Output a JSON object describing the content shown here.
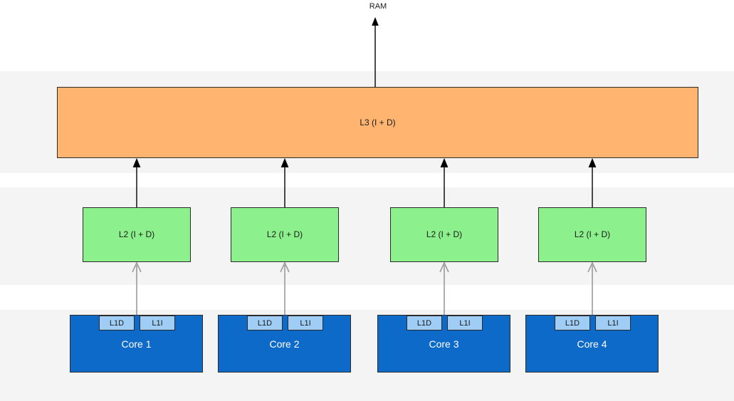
{
  "diagram": {
    "title_text": "RAM",
    "colors": {
      "band": "#f4f4f4",
      "l3_fill": "#ffb570",
      "l2_fill": "#8cf08c",
      "core_fill": "#0e6ac8",
      "l1_fill": "#9fcdf5",
      "stroke": "#2b2b2b",
      "arrow_black": "#000000",
      "arrow_gray": "#9a9a9a",
      "core_text": "#ffffff",
      "text": "#1a1a1a"
    },
    "ram": {
      "label": "RAM",
      "icon": "arrow-up-icon"
    },
    "l3": {
      "label": "L3 (I + D)"
    },
    "l2_blocks": [
      {
        "label": "L2 (I + D)"
      },
      {
        "label": "L2 (I + D)"
      },
      {
        "label": "L2 (I + D)"
      },
      {
        "label": "L2 (I + D)"
      }
    ],
    "cores": [
      {
        "label": "Core 1",
        "l1d": "L1D",
        "l1i": "L1I"
      },
      {
        "label": "Core 2",
        "l1d": "L1D",
        "l1i": "L1I"
      },
      {
        "label": "Core 3",
        "l1d": "L1D",
        "l1i": "L1I"
      },
      {
        "label": "Core 4",
        "l1d": "L1D",
        "l1i": "L1I"
      }
    ],
    "connectors": {
      "ram_to_l3": "arrow-up-icon",
      "l2_to_l3": "arrow-up-icon",
      "core_to_l2": "arrow-up-icon"
    }
  }
}
